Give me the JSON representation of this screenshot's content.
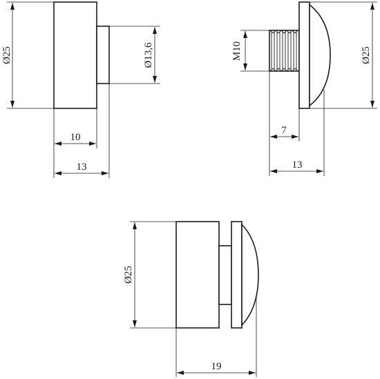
{
  "views": {
    "body_view": {
      "diameter_label": "Ø25",
      "spigot_label": "Ø13,6",
      "body_length_label": "10",
      "total_length_label": "13"
    },
    "cap_view": {
      "thread_label": "M10",
      "diameter_label": "Ø25",
      "thread_length_label": "7",
      "total_length_label": "13"
    },
    "assembly_view": {
      "diameter_label": "Ø25",
      "total_length_label": "19"
    }
  }
}
